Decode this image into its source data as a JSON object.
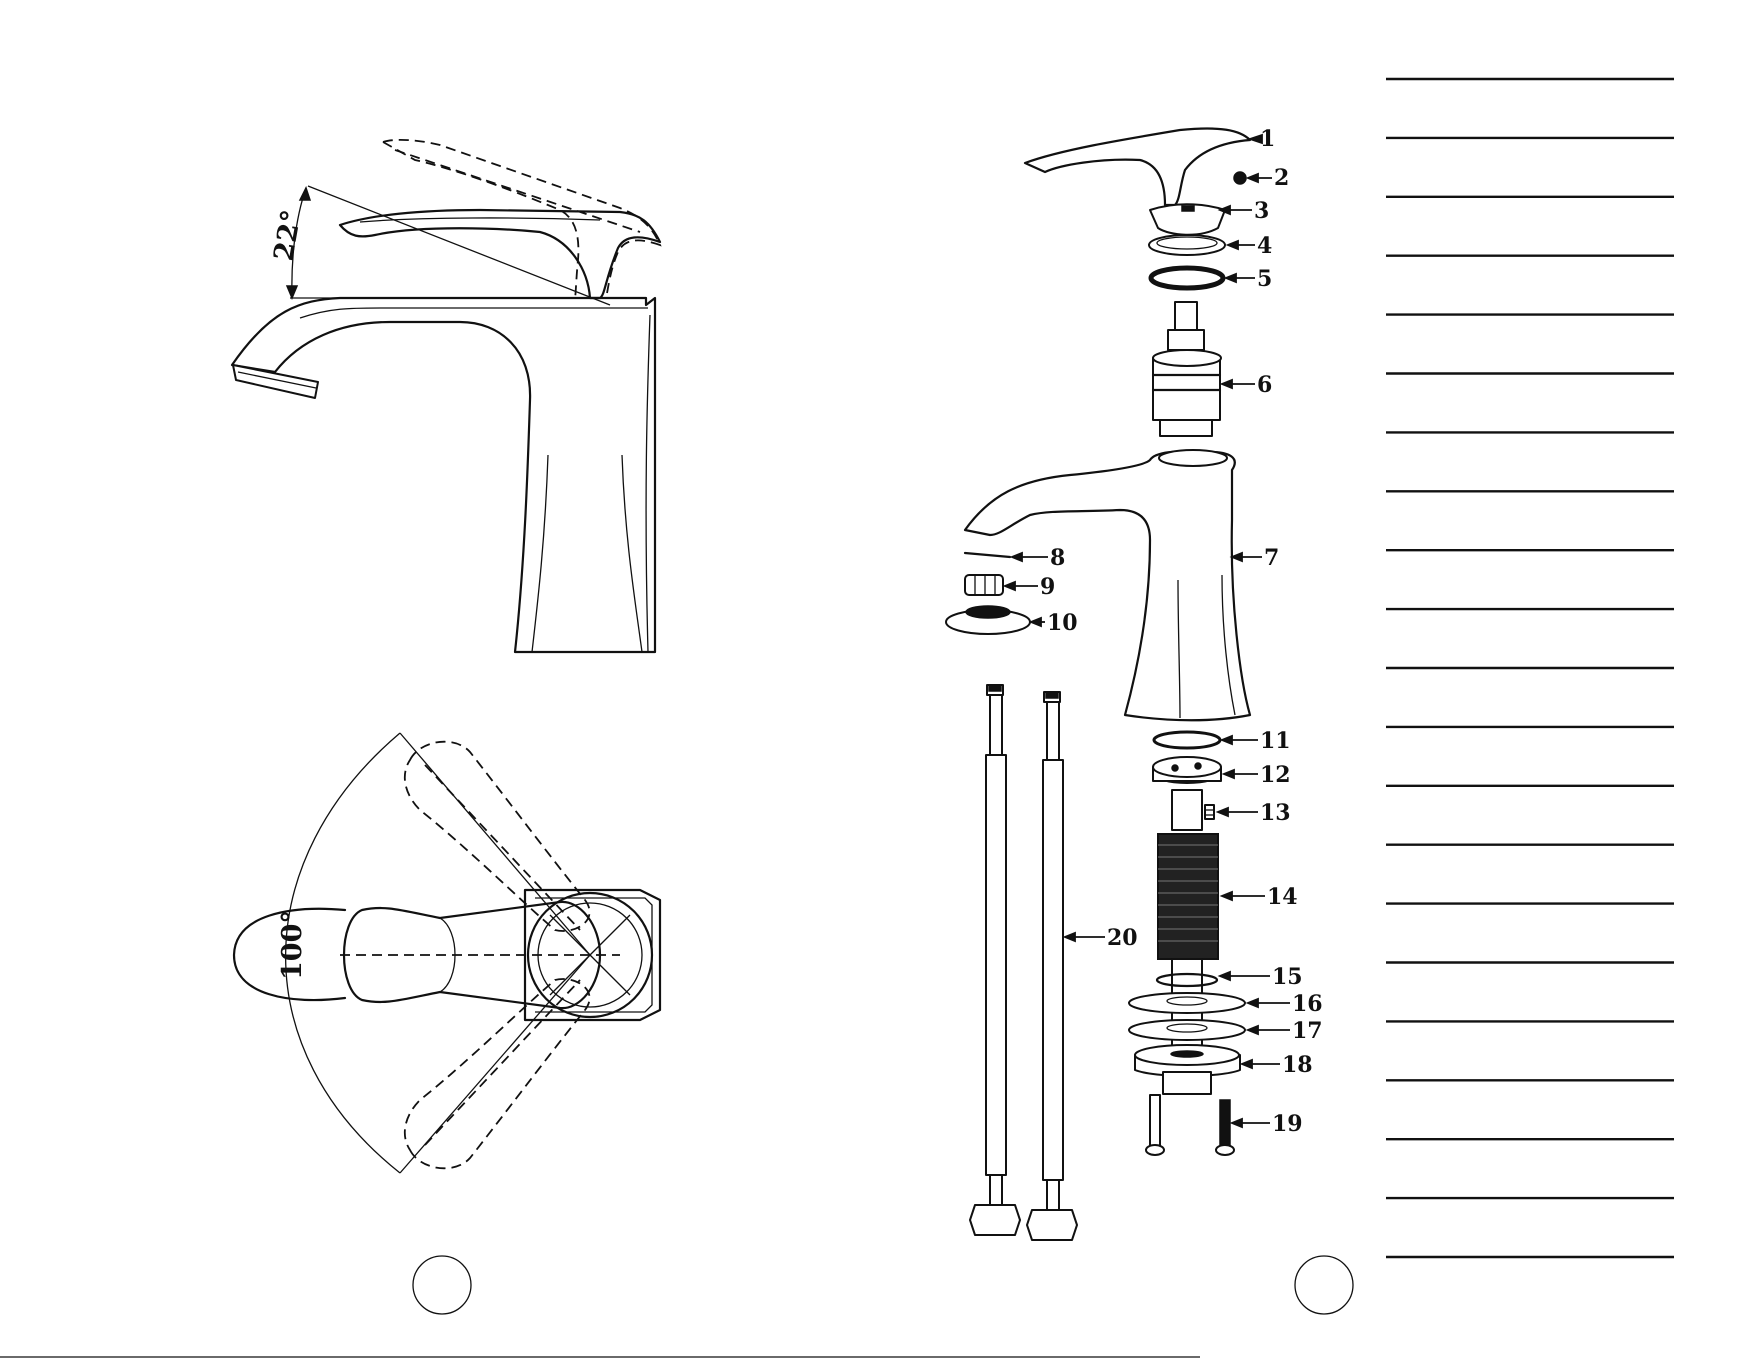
{
  "diagram": {
    "side_view": {
      "angle_label": "22°"
    },
    "top_view": {
      "angle_label": "100°"
    },
    "parts": [
      {
        "label": "1"
      },
      {
        "label": "2"
      },
      {
        "label": "3"
      },
      {
        "label": "4"
      },
      {
        "label": "5"
      },
      {
        "label": "6"
      },
      {
        "label": "7"
      },
      {
        "label": "8"
      },
      {
        "label": "9"
      },
      {
        "label": "10"
      },
      {
        "label": "11"
      },
      {
        "label": "12"
      },
      {
        "label": "13"
      },
      {
        "label": "14"
      },
      {
        "label": "15"
      },
      {
        "label": "16"
      },
      {
        "label": "17"
      },
      {
        "label": "18"
      },
      {
        "label": "19"
      },
      {
        "label": "20"
      }
    ],
    "parts_list_rows": 21
  },
  "colors": {
    "ink": "#111111",
    "paper": "#ffffff"
  }
}
